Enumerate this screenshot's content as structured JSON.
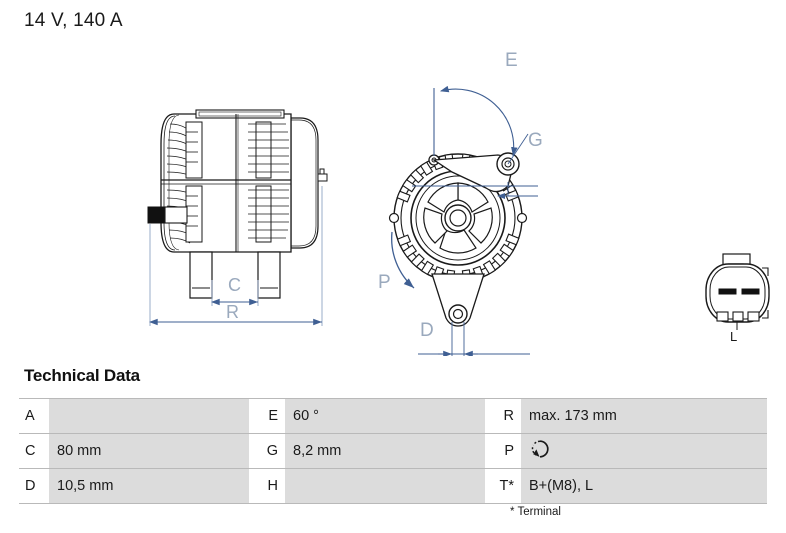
{
  "header": {
    "title": "14 V, 140 A"
  },
  "diagram": {
    "side_view": {
      "name": "alternator-side-view",
      "dimension_labels": [
        "C",
        "R"
      ]
    },
    "front_view": {
      "name": "alternator-front-view",
      "dimension_labels": [
        "E",
        "G",
        "P",
        "D"
      ]
    },
    "connector": {
      "name": "connector-plug",
      "label": "L",
      "pin_count": 2
    },
    "colors": {
      "dimension_line": "#3f5f93",
      "dimension_label": "#9aa9bd",
      "outline": "#1a1a1a"
    }
  },
  "tech_data": {
    "heading": "Technical Data",
    "rows": [
      {
        "l1": "A",
        "v1": "",
        "l2": "E",
        "v2": "60 °",
        "l3": "R",
        "v3": "max. 173 mm"
      },
      {
        "l1": "C",
        "v1": "80 mm",
        "l2": "G",
        "v2": "8,2 mm",
        "l3": "P",
        "v3": ""
      },
      {
        "l1": "D",
        "v1": "10,5 mm",
        "l2": "H",
        "v2": "",
        "l3": "T*",
        "v3": "B+(M8), L"
      }
    ],
    "footnote": "* Terminal",
    "rotation_icon": "rotation-arrow-icon"
  }
}
